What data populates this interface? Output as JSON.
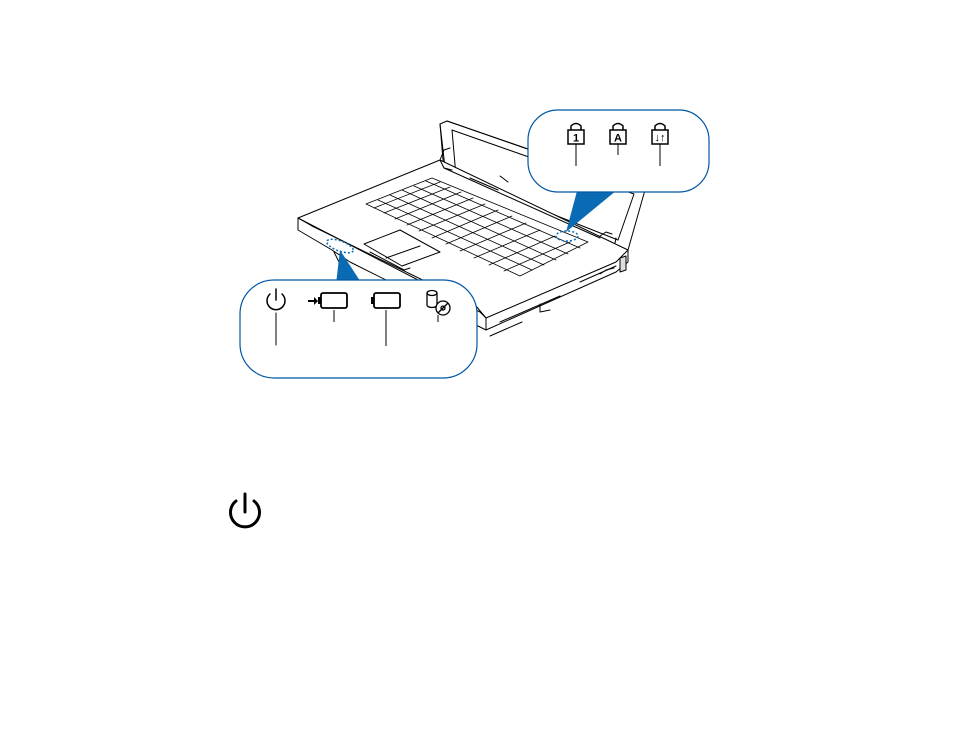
{
  "illustration": {
    "subject": "laptop-status-indicators",
    "accent_color": "#0057a3",
    "callout_fill": "#0a6ab4",
    "line_color": "#000000"
  },
  "keyboard_indicators": {
    "icons": [
      {
        "name": "num-lock-icon",
        "glyph": "1"
      },
      {
        "name": "caps-lock-icon",
        "glyph": "A"
      },
      {
        "name": "scroll-lock-icon",
        "glyph": "↓↑"
      }
    ]
  },
  "status_indicators": {
    "icons": [
      {
        "name": "power-icon"
      },
      {
        "name": "ac-adapter-icon"
      },
      {
        "name": "battery-icon"
      },
      {
        "name": "drive-access-icon"
      }
    ]
  },
  "large_icon": {
    "name": "power-icon"
  }
}
